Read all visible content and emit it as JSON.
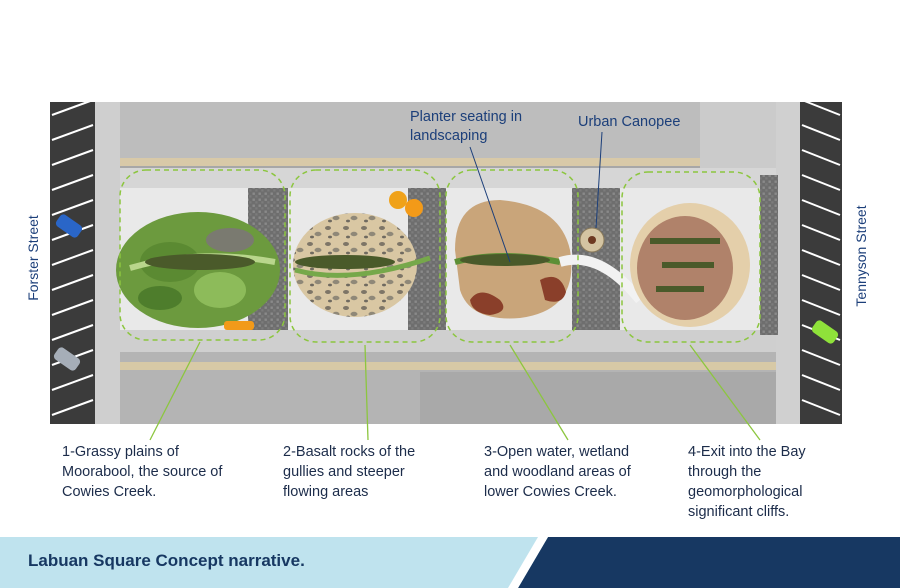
{
  "streets": {
    "left": "Forster Street",
    "right": "Tennyson Street"
  },
  "callouts": {
    "planter": [
      "Planter seating in",
      "landscaping"
    ],
    "canopee": "Urban Canopee"
  },
  "zones": [
    {
      "lines": [
        "1-Grassy plains of",
        "Moorabool, the source of",
        "Cowies Creek."
      ]
    },
    {
      "lines": [
        "2-Basalt rocks of the",
        "gullies and steeper",
        "flowing areas"
      ]
    },
    {
      "lines": [
        "3-Open water, wetland",
        "and woodland areas of",
        "lower Cowies Creek."
      ]
    },
    {
      "lines": [
        "4-Exit into the Bay",
        "through the",
        "geomorphological",
        "significant cliffs."
      ]
    }
  ],
  "footer": {
    "title": "Labuan Square Concept narrative."
  },
  "colors": {
    "road": "#3b3b3b",
    "paving": "#c8c8c8",
    "zone_outline": "#8cc63f",
    "label": "#1c3f7a",
    "footer_light": "#bfe3ee",
    "footer_dark": "#173862"
  }
}
